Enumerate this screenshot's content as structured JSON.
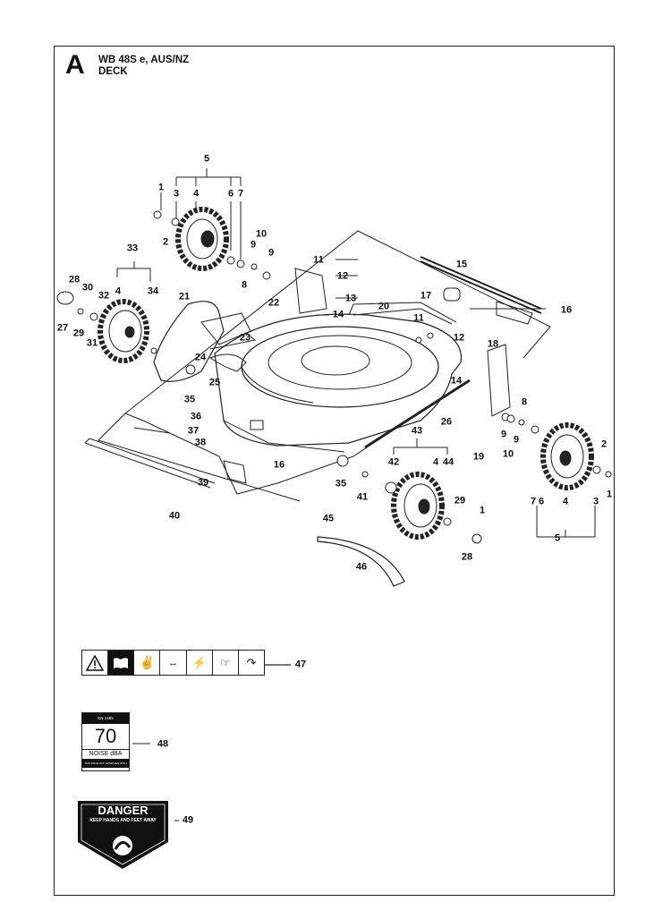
{
  "header": {
    "section_letter": "A",
    "model": "WB 48S e, AUS/NZ",
    "group": "DECK"
  },
  "callouts": [
    "1",
    "2",
    "3",
    "4",
    "5",
    "6",
    "7",
    "8",
    "9",
    "10",
    "11",
    "12",
    "13",
    "14",
    "15",
    "16",
    "17",
    "18",
    "19",
    "20",
    "21",
    "22",
    "23",
    "24",
    "25",
    "26",
    "27",
    "28",
    "29",
    "30",
    "31",
    "32",
    "33",
    "34",
    "35",
    "36",
    "37",
    "38",
    "39",
    "40",
    "41",
    "42",
    "43",
    "44",
    "45",
    "46",
    "47",
    "48",
    "49"
  ],
  "decals": {
    "noise": {
      "header_text": "EN 1485",
      "value": "70",
      "unit": "NOISE dBA",
      "footer": "THIS PRODUCT COMPLIES WITH"
    },
    "danger": {
      "title": "DANGER",
      "subtitle": "KEEP HANDS AND FEET AWAY"
    }
  },
  "colors": {
    "line": "#222222",
    "decal_dark": "#111111",
    "paper": "#ffffff"
  }
}
